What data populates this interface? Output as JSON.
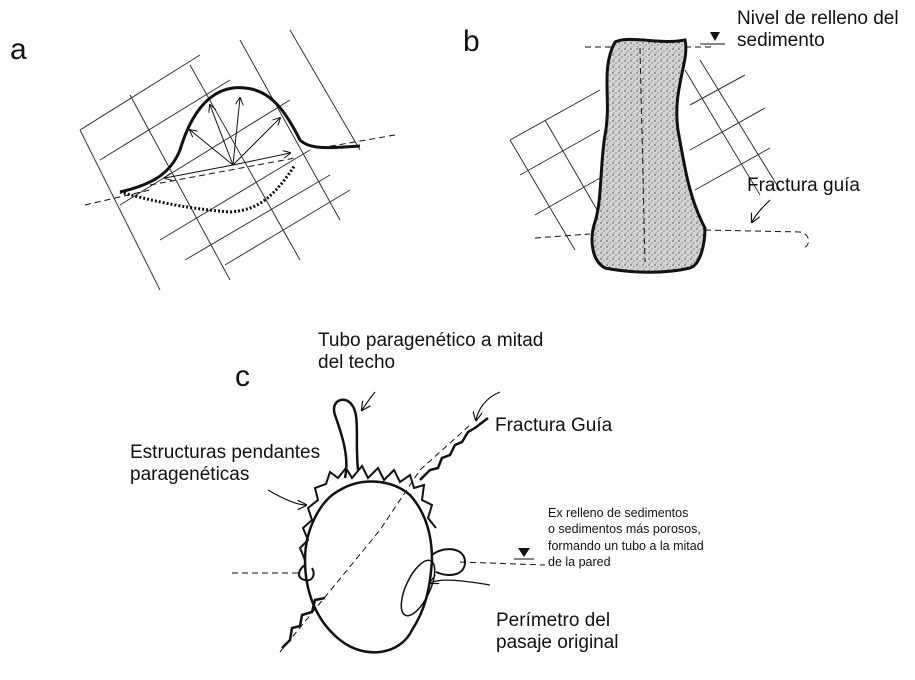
{
  "panels": {
    "a": {
      "letter": "a"
    },
    "b": {
      "letter": "b",
      "fill_level_line1": "Nivel de relleno del",
      "fill_level_line2": "sedimento",
      "guide_fracture": "Fractura guía"
    },
    "c": {
      "letter": "c",
      "tube_line1": "Tubo paragenético a mitad",
      "tube_line2": "del techo",
      "guide_fracture": "Fractura Guía",
      "pendants_line1": "Estructuras pendantes",
      "pendants_line2": "paragenéticas",
      "former_fill_line1": "Ex relleno de sedimentos",
      "former_fill_line2": "o sedimentos más porosos,",
      "former_fill_line3": "formando un tubo a la mitad",
      "former_fill_line4": "de la pared",
      "perimeter_line1": "Perímetro del",
      "perimeter_line2": "pasaje original"
    }
  },
  "colors": {
    "ink": "#111111",
    "sediment": "#c8c8c8"
  },
  "icons": [
    "water-level-triangle-icon",
    "arrow-icon"
  ]
}
